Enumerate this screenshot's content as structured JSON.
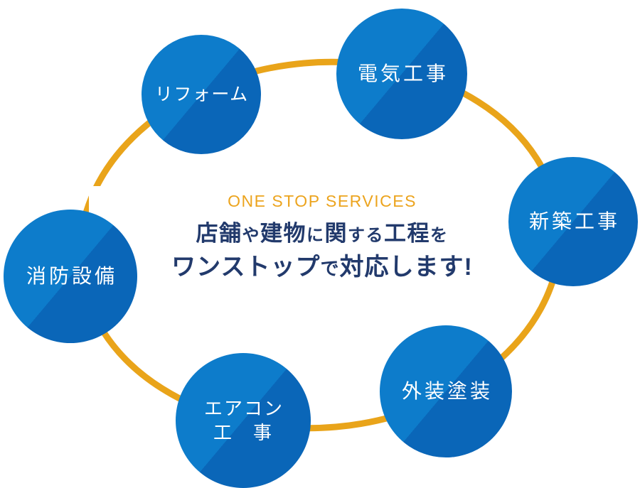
{
  "diagram": {
    "eyebrow": "ONE STOP SERVICES",
    "headline_line1_parts": [
      {
        "text": "店舗",
        "emphasis": "large"
      },
      {
        "text": "や",
        "emphasis": "small"
      },
      {
        "text": "建物",
        "emphasis": "large"
      },
      {
        "text": "に",
        "emphasis": "small"
      },
      {
        "text": "関",
        "emphasis": "large"
      },
      {
        "text": "する",
        "emphasis": "small"
      },
      {
        "text": "工程",
        "emphasis": "large"
      },
      {
        "text": "を",
        "emphasis": "small"
      }
    ],
    "headline_line2_parts": [
      {
        "text": "ワンストップ",
        "emphasis": "large"
      },
      {
        "text": "で",
        "emphasis": "small"
      },
      {
        "text": "対応します!",
        "emphasis": "large"
      }
    ],
    "nodes": [
      {
        "label": "リフォーム"
      },
      {
        "label": "電気工事"
      },
      {
        "label": "新築工事"
      },
      {
        "label": "消防設備"
      },
      {
        "label_line1": "エアコン",
        "label_line2": "工　事"
      },
      {
        "label": "外装塗装"
      }
    ],
    "colors": {
      "ring_orange": "#e9a41a",
      "eyebrow_orange": "#eca41e",
      "headline_navy": "#223a6c",
      "circle_light_blue": "#0d7ccb",
      "circle_dark_blue": "#0a66b8",
      "node_text": "#ffffff"
    }
  }
}
